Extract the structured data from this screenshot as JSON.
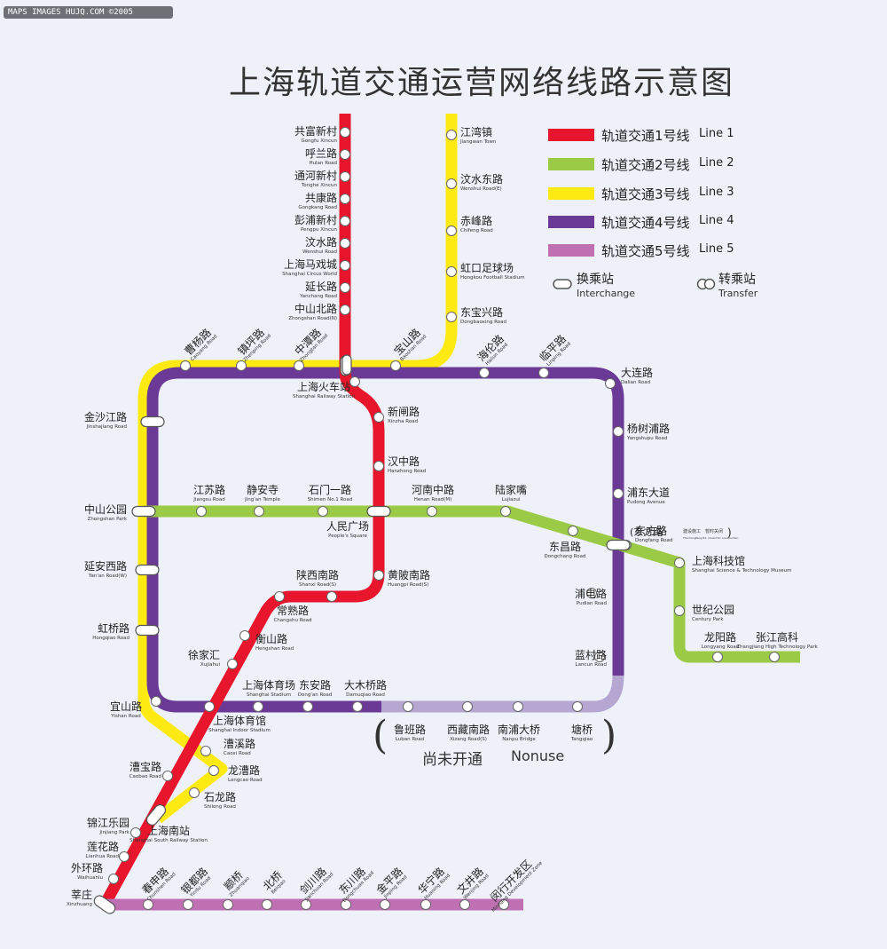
{
  "watermark": "MAPS IMAGES HUJQ.COM ©2005",
  "title": "上海轨道交通运营网络线路示意图",
  "colors": {
    "line1": "#e8162c",
    "line2": "#9bcb46",
    "line3": "#fdea12",
    "line4": "#6b3a97",
    "line4_unopened": "#b6a6d2",
    "line5": "#bf70b2",
    "background": "#eef2f8"
  },
  "legend": {
    "lines": [
      {
        "zh": "轨道交通1号线",
        "en": "Line 1",
        "color": "#e8162c"
      },
      {
        "zh": "轨道交通2号线",
        "en": "Line 2",
        "color": "#9bcb46"
      },
      {
        "zh": "轨道交通3号线",
        "en": "Line 3",
        "color": "#fdea12"
      },
      {
        "zh": "轨道交通4号线",
        "en": "Line 4",
        "color": "#6b3a97"
      },
      {
        "zh": "轨道交通5号线",
        "en": "Line 5",
        "color": "#bf70b2"
      }
    ],
    "interchange_zh": "换乘站",
    "interchange_en": "Interchange",
    "transfer_zh": "转乘站",
    "transfer_en": "Transfer"
  },
  "nonuse": {
    "zh": "尚未开通",
    "en": "Nonuse"
  },
  "stations": [
    {
      "zh": "共富新村",
      "en": "Gongfu Xincun"
    },
    {
      "zh": "呼兰路",
      "en": "Hulan Road"
    },
    {
      "zh": "通河新村",
      "en": "Tonghe Xincun"
    },
    {
      "zh": "共康路",
      "en": "Gongkang Road"
    },
    {
      "zh": "彭浦新村",
      "en": "Pengpu Xincun"
    },
    {
      "zh": "汶水路",
      "en": "Wenshui Road"
    },
    {
      "zh": "上海马戏城",
      "en": "Shanghai Circus World"
    },
    {
      "zh": "延长路",
      "en": "Yanchang Road"
    },
    {
      "zh": "中山北路",
      "en": "Zhongshan Road(N)"
    },
    {
      "zh": "上海火车站",
      "en": "Shanghai Railway Station"
    },
    {
      "zh": "新闸路",
      "en": "Xinzha Road"
    },
    {
      "zh": "汉中路",
      "en": "Hanzhong Road"
    },
    {
      "zh": "人民广场",
      "en": "People's Square"
    },
    {
      "zh": "黄陂南路",
      "en": "Huangpi Road(S)"
    },
    {
      "zh": "陕西南路",
      "en": "Shanxi Road(S)"
    },
    {
      "zh": "常熟路",
      "en": "Changshu Road"
    },
    {
      "zh": "衡山路",
      "en": "Hengshan Road"
    },
    {
      "zh": "徐家汇",
      "en": "Xujiahui"
    },
    {
      "zh": "上海体育馆",
      "en": "Shanghai Indoor Stadium"
    },
    {
      "zh": "漕宝路",
      "en": "Caobao Road"
    },
    {
      "zh": "上海南站",
      "en": "Shanghai South Railway Station"
    },
    {
      "zh": "锦江乐园",
      "en": "Jinjiang Park"
    },
    {
      "zh": "莲花路",
      "en": "Lianhua Road"
    },
    {
      "zh": "外环路",
      "en": "Waihuanlu"
    },
    {
      "zh": "莘庄",
      "en": "Xinzhuang"
    },
    {
      "zh": "江湾镇",
      "en": "Jiangwan Town"
    },
    {
      "zh": "汶水东路",
      "en": "Wenshui Road(E)"
    },
    {
      "zh": "赤峰路",
      "en": "Chifeng Road"
    },
    {
      "zh": "虹口足球场",
      "en": "Hongkou Football Stadium"
    },
    {
      "zh": "东宝兴路",
      "en": "Dongbaoxing Road"
    },
    {
      "zh": "宝山路",
      "en": "Baoshan Road"
    },
    {
      "zh": "中潭路",
      "en": "Zhongtan Road"
    },
    {
      "zh": "镇坪路",
      "en": "Zhenping Road"
    },
    {
      "zh": "曹杨路",
      "en": "Caoyang Road"
    },
    {
      "zh": "金沙江路",
      "en": "Jinshajiang Road"
    },
    {
      "zh": "中山公园",
      "en": "Zhongshan Park"
    },
    {
      "zh": "延安西路",
      "en": "Yan'an Road(W)"
    },
    {
      "zh": "虹桥路",
      "en": "Hongqiao Road"
    },
    {
      "zh": "宜山路",
      "en": "Yishan Road"
    },
    {
      "zh": "漕溪路",
      "en": "Caoxi Road"
    },
    {
      "zh": "龙漕路",
      "en": "Longcao Road"
    },
    {
      "zh": "石龙路",
      "en": "Shilong Road"
    },
    {
      "zh": "海伦路",
      "en": "Hailun Road"
    },
    {
      "zh": "临平路",
      "en": "Linping Road"
    },
    {
      "zh": "大连路",
      "en": "Dalian Road"
    },
    {
      "zh": "杨树浦路",
      "en": "Yangshupu Road"
    },
    {
      "zh": "浦东大道",
      "en": "Pudong Avenue"
    },
    {
      "zh": "东方路",
      "en": "Dongfang Road"
    },
    {
      "zh": "浦电路",
      "en": "Pudian Road"
    },
    {
      "zh": "蓝村路",
      "en": "Lancun Road"
    },
    {
      "zh": "大木桥路",
      "en": "Damuqiao Road"
    },
    {
      "zh": "东安路",
      "en": "Dong'an Road"
    },
    {
      "zh": "上海体育场",
      "en": "Shanghai Stadium"
    },
    {
      "zh": "鲁班路",
      "en": "Luban Road"
    },
    {
      "zh": "西藏南路",
      "en": "Xizang Road(S)"
    },
    {
      "zh": "南浦大桥",
      "en": "Nanpu Bridge"
    },
    {
      "zh": "塘桥",
      "en": "Tangqiao"
    },
    {
      "zh": "江苏路",
      "en": "Jiangsu Road"
    },
    {
      "zh": "静安寺",
      "en": "Jing'an Temple"
    },
    {
      "zh": "石门一路",
      "en": "Shimen No.1 Road"
    },
    {
      "zh": "河南中路",
      "en": "Henan Road(M)"
    },
    {
      "zh": "陆家嘴",
      "en": "Lujiazui"
    },
    {
      "zh": "东昌路",
      "en": "Dongchang Road"
    },
    {
      "zh": "上海科技馆",
      "en": "Shanghai Science & Technology Museum"
    },
    {
      "zh": "世纪公园",
      "en": "Century Park"
    },
    {
      "zh": "龙阳路",
      "en": "Longyang Road"
    },
    {
      "zh": "张江高科",
      "en": "Zhangjiang High Technology Park"
    },
    {
      "zh": "春申路",
      "en": "Chunshen Road"
    },
    {
      "zh": "银都路",
      "en": "Yindu Road"
    },
    {
      "zh": "颛桥",
      "en": "Zhuanqiao"
    },
    {
      "zh": "北桥",
      "en": "Beiqiao"
    },
    {
      "zh": "剑川路",
      "en": "Jianchuan Road"
    },
    {
      "zh": "东川路",
      "en": "Dongchuan Road"
    },
    {
      "zh": "金平路",
      "en": "Jinping Road"
    },
    {
      "zh": "华宁路",
      "en": "Huaning Road"
    },
    {
      "zh": "文井路",
      "en": "Wenjing Road"
    },
    {
      "zh": "闵行开发区",
      "en": "Minhang Development Zone"
    }
  ],
  "notes": [
    {
      "text": "(东方路"
    },
    {
      "text": "建设施工　暂时关闭"
    },
    {
      "text": "The Dongfang Rd. closed for construction"
    },
    {
      "text": ")"
    }
  ]
}
